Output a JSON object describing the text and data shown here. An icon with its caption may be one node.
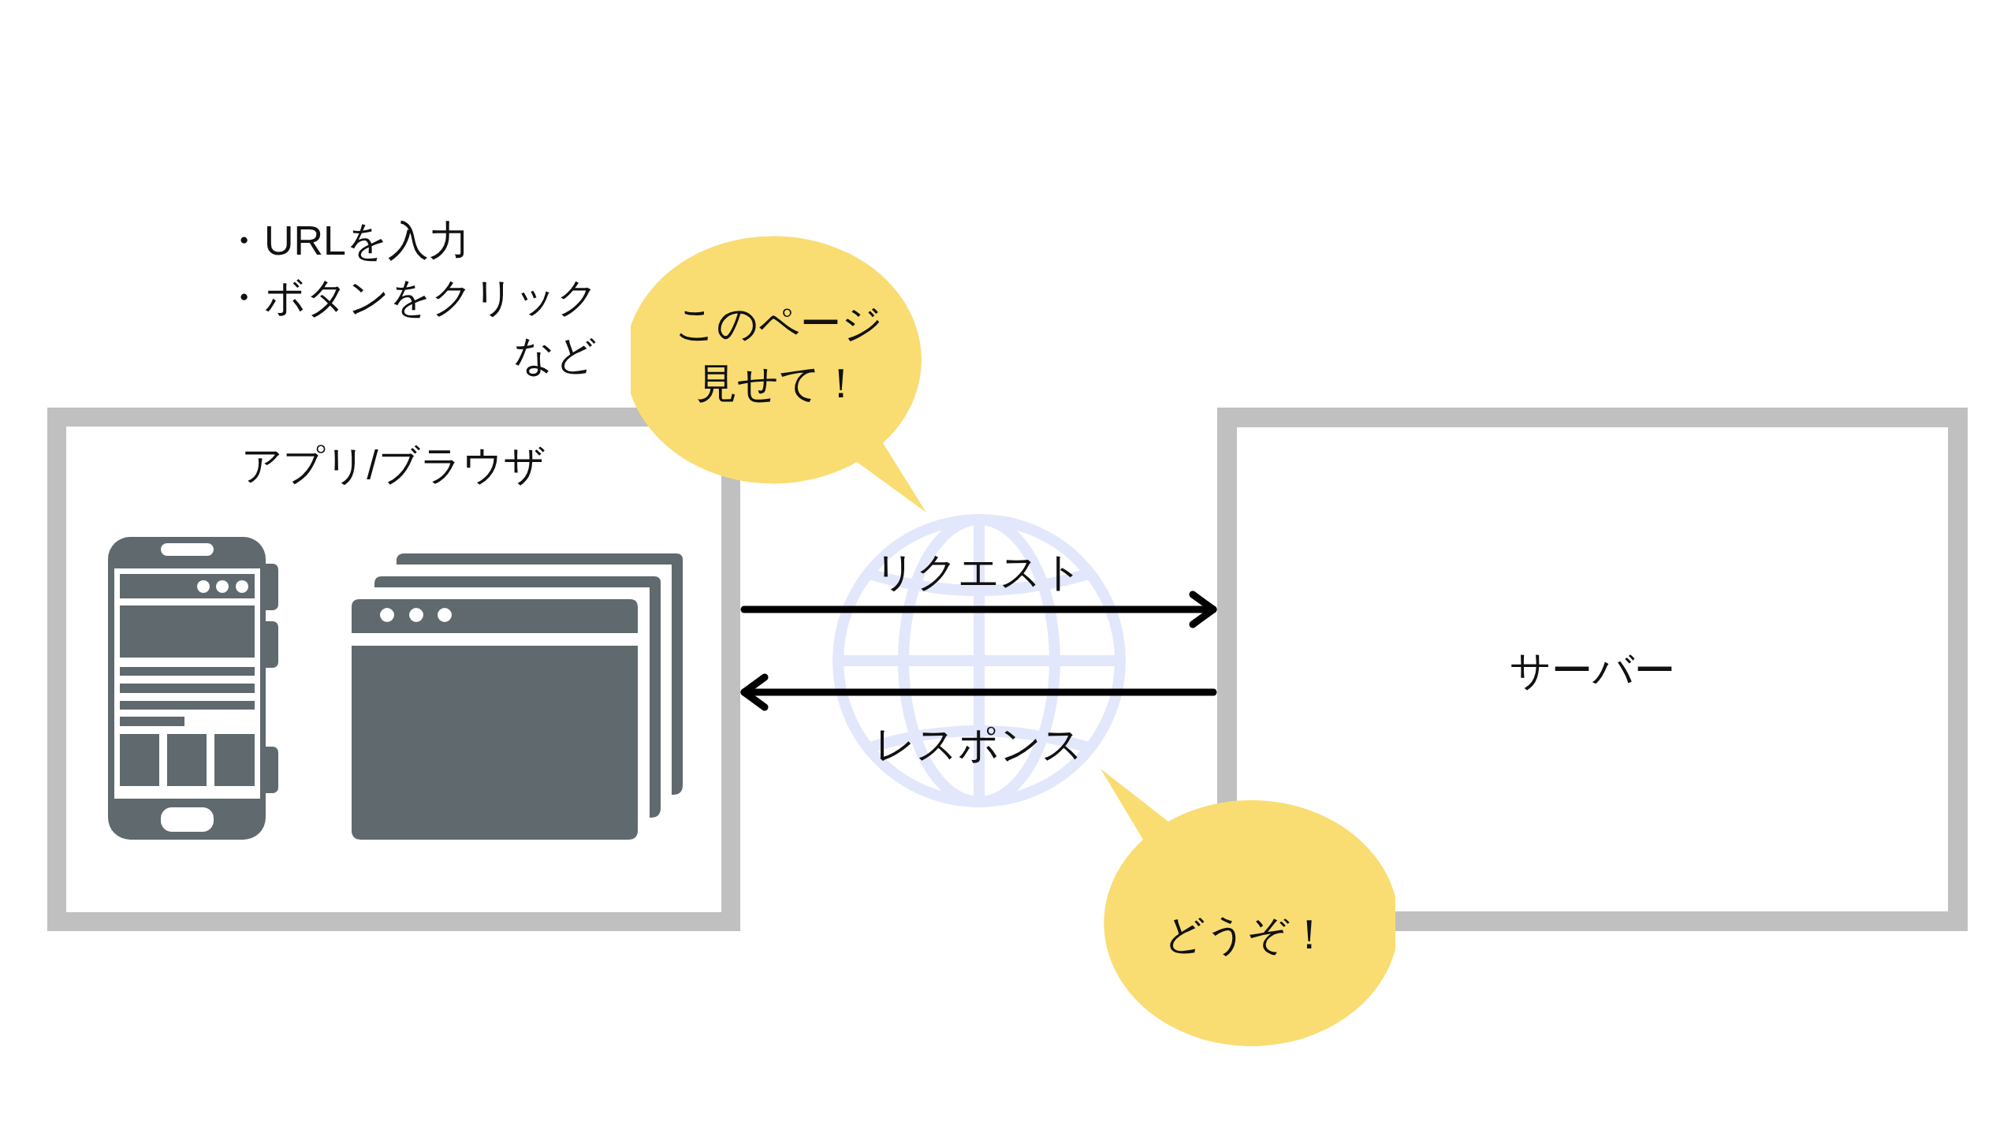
{
  "diagram": {
    "nodes": [
      {
        "text": [
          "アプリ/ブラウザ"
        ]
      },
      {
        "text": [
          "サーバー"
        ]
      },
      {
        "text": [
          "このページ見せて！"
        ]
      },
      {
        "text": [
          "どうぞ！"
        ]
      }
    ],
    "edges": [
      {
        "from": 0,
        "to": 1,
        "arrow": "to",
        "label": "リクエスト"
      },
      {
        "from": 1,
        "to": 0,
        "arrow": "to",
        "label": "レスポンス"
      }
    ],
    "labels": [
      "・URLを入力",
      "・ボタンをクリック",
      "など"
    ]
  }
}
